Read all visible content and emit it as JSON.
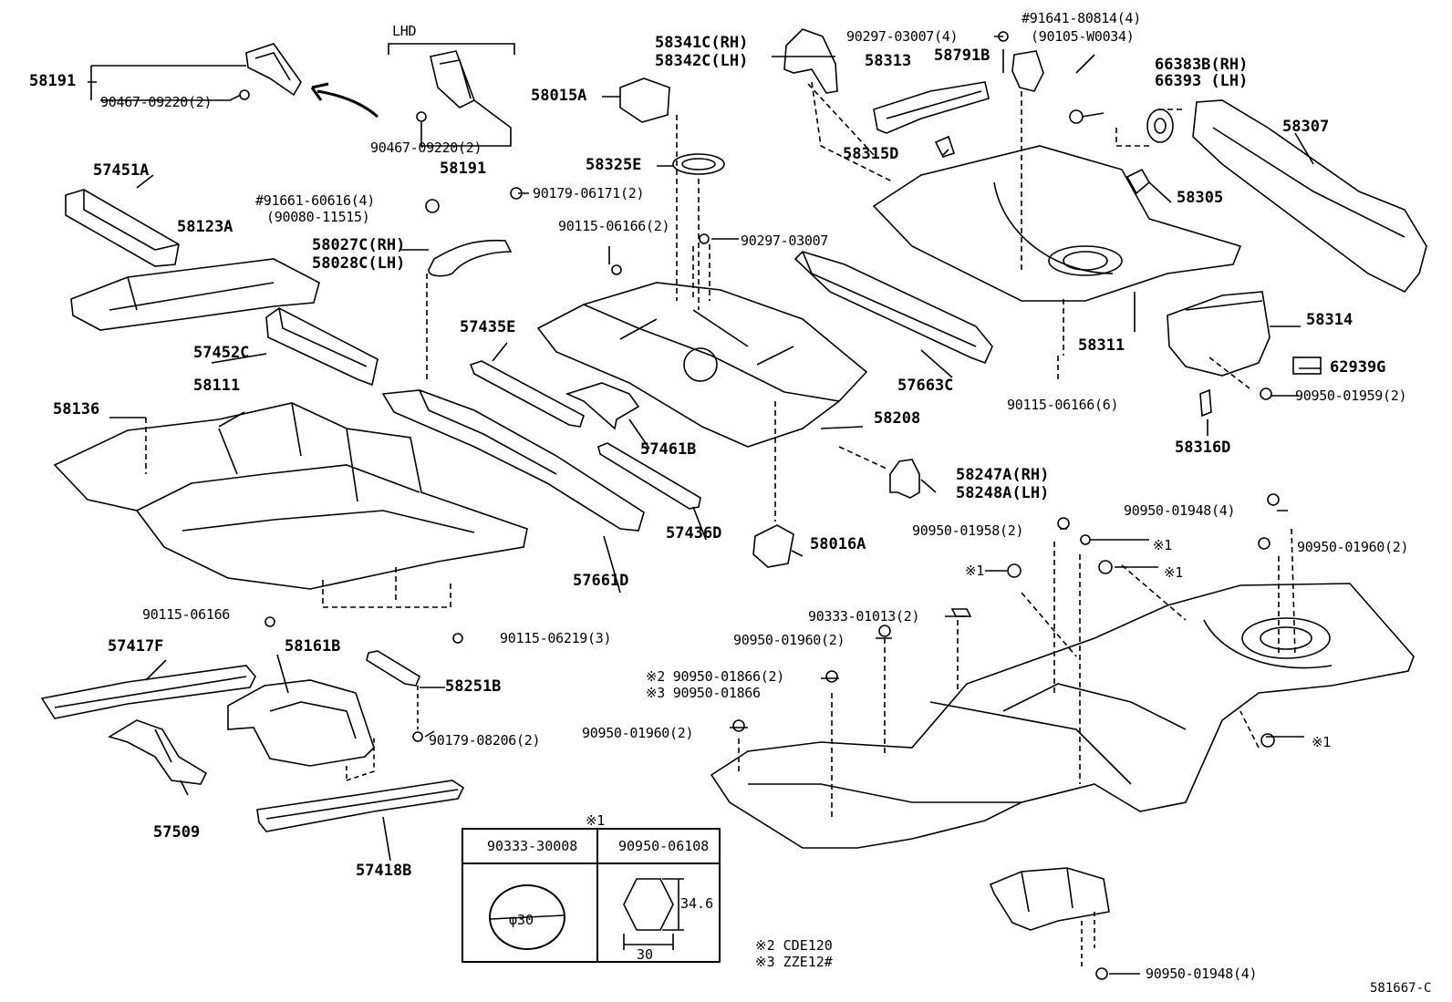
{
  "labels": {
    "lhd": "LHD",
    "p58191_top": "58191",
    "p90467_top": "90467-09220(2)",
    "p90467_mid": "90467-09220(2)",
    "p58191_mid": "58191",
    "p57451a": "57451A",
    "p58123a": "58123A",
    "p91661": "#91661-60616(4)",
    "p90080": "(90080-11515)",
    "p58027c": "58027C(RH)",
    "p58028c": "58028C(LH)",
    "p57452c": "57452C",
    "p58136": "58136",
    "p58111": "58111",
    "p90115_a": "90115-06166",
    "p90115_b": "90115-06219(3)",
    "p57417f": "57417F",
    "p58161b": "58161B",
    "p58251b": "58251B",
    "p90179_b": "90179-08206(2)",
    "p57509": "57509",
    "p57418b": "57418B",
    "p58341c": "58341C(RH)",
    "p58342c": "58342C(LH)",
    "p58015a": "58015A",
    "p58325e": "58325E",
    "p90179_a": "90179-06171(2)",
    "p90115_c": "90115-06166(2)",
    "p90297_b": "90297-03007",
    "p57435e": "57435E",
    "p57461b": "57461B",
    "p57436d": "57436D",
    "p57661d": "57661D",
    "p58208": "58208",
    "p58016a": "58016A",
    "p58247a": "58247A(RH)",
    "p58248a": "58248A(LH)",
    "p57663c": "57663C",
    "p90297_a": "90297-03007(4)",
    "p58313": "58313",
    "p91641": "#91641-80814(4)",
    "p90105": "(90105-W0034)",
    "p58791b": "58791B",
    "p66383b": "66383B(RH)",
    "p66393": "66393  (LH)",
    "p58315d": "58315D",
    "p58305": "58305",
    "p58307": "58307",
    "p58311": "58311",
    "p90115_d": "90115-06166(6)",
    "p58314": "58314",
    "p62939g": "62939G",
    "p90950_1959": "90950-01959(2)",
    "p58316d": "58316D",
    "p90950_1948a": "90950-01948(4)",
    "p90950_1958": "90950-01958(2)",
    "p90950_1960a": "90950-01960(2)",
    "mark1_a": "※1",
    "mark1_b": "※1",
    "mark1_c": "※1",
    "mark1_d": "※1",
    "p90333_1013": "90333-01013(2)",
    "p90950_1960b": "90950-01960(2)",
    "p90950_1866a": "※2 90950-01866(2)",
    "p90950_1866b": "※3 90950-01866",
    "p90950_1960c": "90950-01960(2)",
    "p90950_1948b": "90950-01948(4)"
  },
  "legend": {
    "mark": "※1",
    "col1_part": "90333-30008",
    "col2_part": "90950-06108",
    "diameter": "φ30",
    "width": "30",
    "height": "34.6"
  },
  "notes": {
    "note2": "※2 CDE120",
    "note3": "※3 ZZE12#"
  },
  "footer": "581667-C"
}
